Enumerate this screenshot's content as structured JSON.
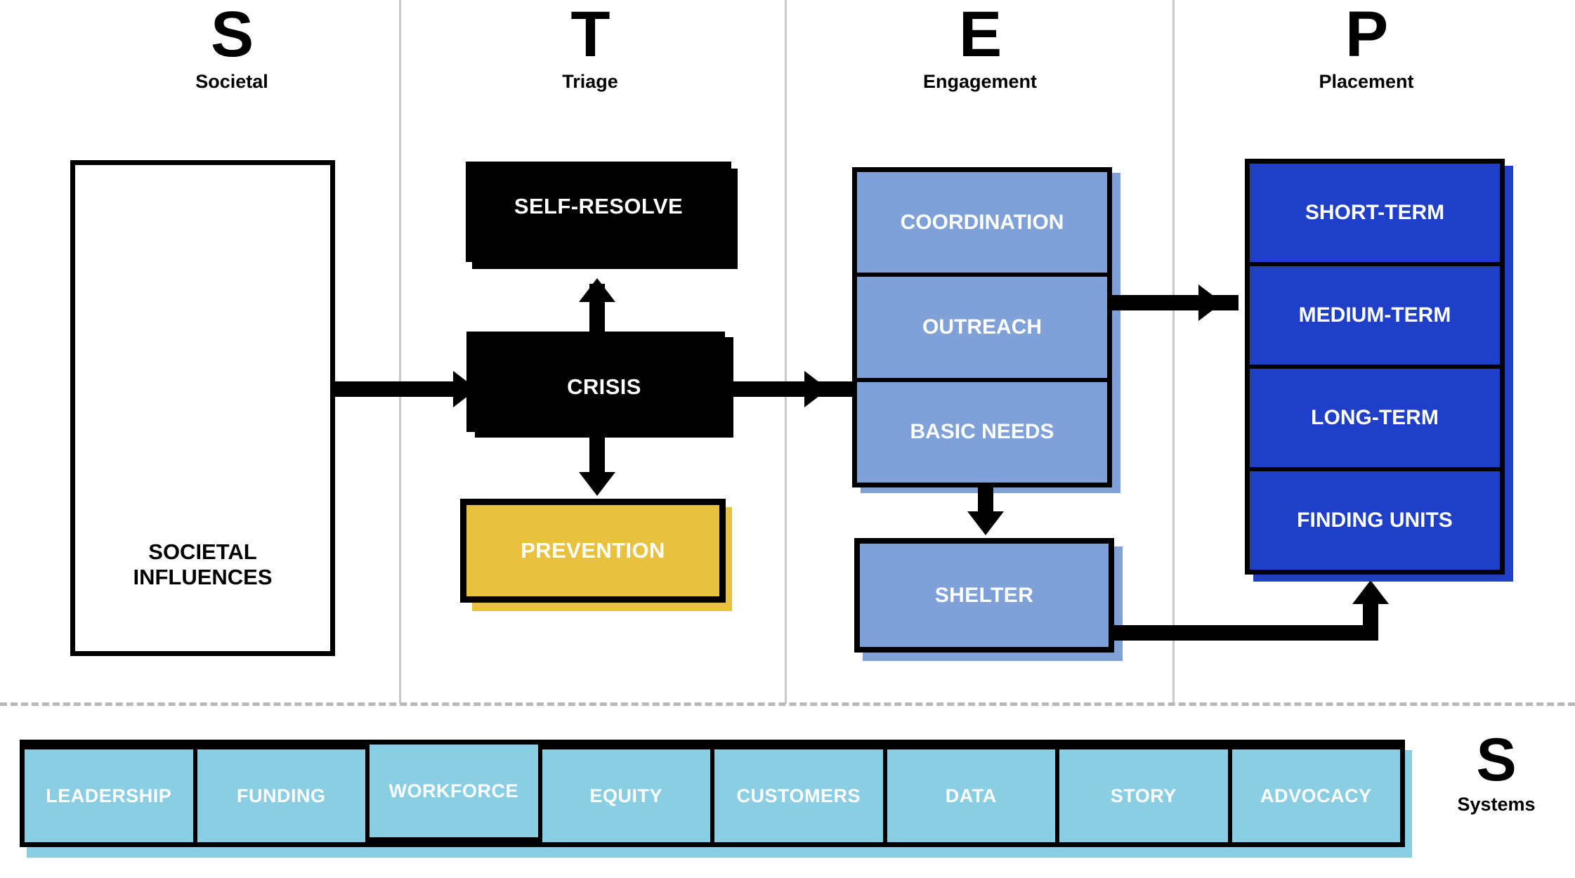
{
  "phases": [
    {
      "letter": "S",
      "name": "Societal"
    },
    {
      "letter": "T",
      "name": "Triage"
    },
    {
      "letter": "E",
      "name": "Engagement"
    },
    {
      "letter": "P",
      "name": "Placement"
    }
  ],
  "societal": {
    "box_label": "SOCIETAL\nINFLUENCES"
  },
  "triage": {
    "self_resolve": "SELF-RESOLVE",
    "crisis": "CRISIS",
    "prevention": "PREVENTION"
  },
  "engagement": {
    "stack": [
      "COORDINATION",
      "OUTREACH",
      "BASIC NEEDS"
    ],
    "shelter": "SHELTER"
  },
  "placement": {
    "stack": [
      "SHORT-TERM",
      "MEDIUM-TERM",
      "LONG-TERM",
      "FINDING UNITS"
    ]
  },
  "systems": {
    "letter": "S",
    "name": "Systems",
    "items": [
      "LEADERSHIP",
      "FUNDING",
      "WORKFORCE",
      "EQUITY",
      "CUSTOMERS",
      "DATA",
      "STORY",
      "ADVOCACY"
    ]
  },
  "colors": {
    "black": "#000000",
    "gold": "#e8c13f",
    "medium_blue": "#7fa1d8",
    "dark_blue": "#1f3fc8",
    "light_blue": "#89cee2",
    "divider_gray": "#c9c9c9",
    "dashed_gray": "#b9b9b9",
    "white": "#ffffff"
  }
}
